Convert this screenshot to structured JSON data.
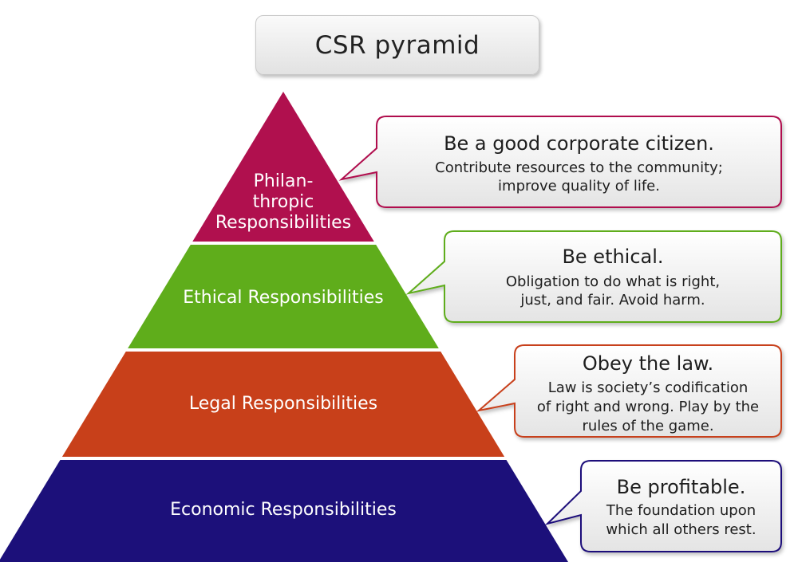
{
  "title": "CSR pyramid",
  "colors": {
    "philanthropic": "#b0104e",
    "ethical": "#5fad1b",
    "legal": "#c8401a",
    "economic": "#1c107a"
  },
  "tiers": [
    {
      "key": "philanthropic",
      "label_lines": [
        "Philan-",
        "thropic",
        "Responsibilities"
      ],
      "callout": {
        "heading": "Be a good corporate citizen.",
        "body_lines": [
          "Contribute resources to the community;",
          "improve quality of life."
        ]
      }
    },
    {
      "key": "ethical",
      "label_lines": [
        "Ethical Responsibilities"
      ],
      "callout": {
        "heading": "Be ethical.",
        "body_lines": [
          "Obligation to do what is right,",
          "just, and fair. Avoid harm."
        ]
      }
    },
    {
      "key": "legal",
      "label_lines": [
        "Legal Responsibilities"
      ],
      "callout": {
        "heading": "Obey the law.",
        "body_lines": [
          "Law is society’s codification",
          "of right and wrong. Play by the",
          "rules of the game."
        ]
      }
    },
    {
      "key": "economic",
      "label_lines": [
        "Economic Responsibilities"
      ],
      "callout": {
        "heading": "Be profitable.",
        "body_lines": [
          "The foundation upon",
          "which all others rest."
        ]
      }
    }
  ]
}
